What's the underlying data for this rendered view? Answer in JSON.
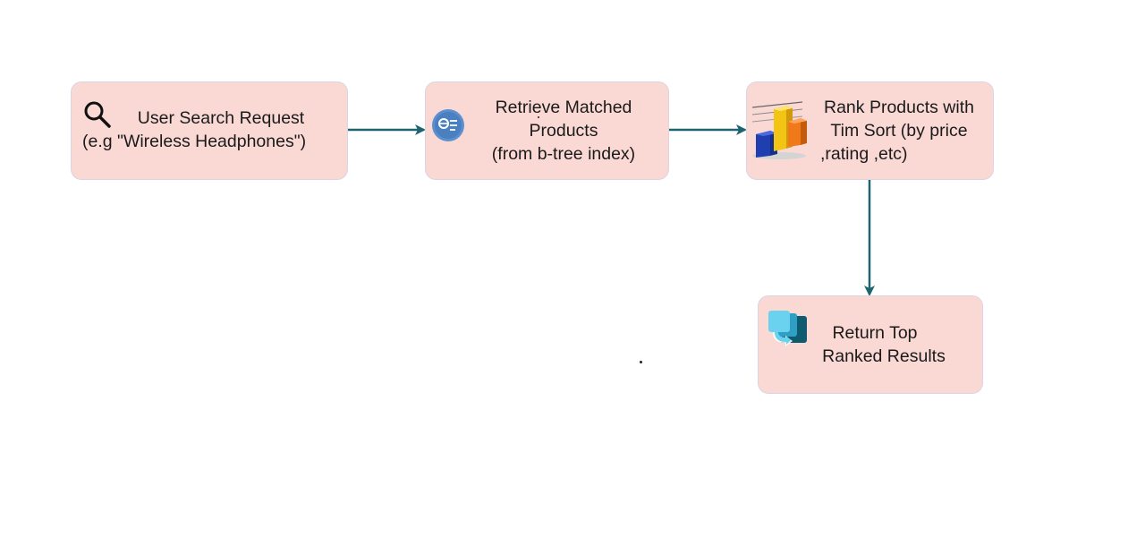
{
  "diagram": {
    "nodes": [
      {
        "id": "search",
        "lines": [
          "User Search Request",
          "(e.g \"Wireless Headphones\")"
        ],
        "icon": "search-icon"
      },
      {
        "id": "retrieve",
        "lines": [
          "Retrieve Matched",
          "Products",
          "(from b-tree index)"
        ],
        "icon": "query-list-icon"
      },
      {
        "id": "rank",
        "lines": [
          "Rank Products with",
          "Tim Sort (by price",
          ",rating ,etc)"
        ],
        "icon": "bar-chart-icon"
      },
      {
        "id": "return",
        "lines": [
          "Return Top",
          "Ranked Results"
        ],
        "icon": "export-results-icon"
      }
    ],
    "edges": [
      {
        "from": "search",
        "to": "retrieve"
      },
      {
        "from": "retrieve",
        "to": "rank"
      },
      {
        "from": "rank",
        "to": "return"
      }
    ],
    "colors": {
      "node_fill": "#fad9d5",
      "node_border": "#dcd3e3",
      "edge": "#1d6470",
      "text": "#1a1a1a"
    }
  }
}
